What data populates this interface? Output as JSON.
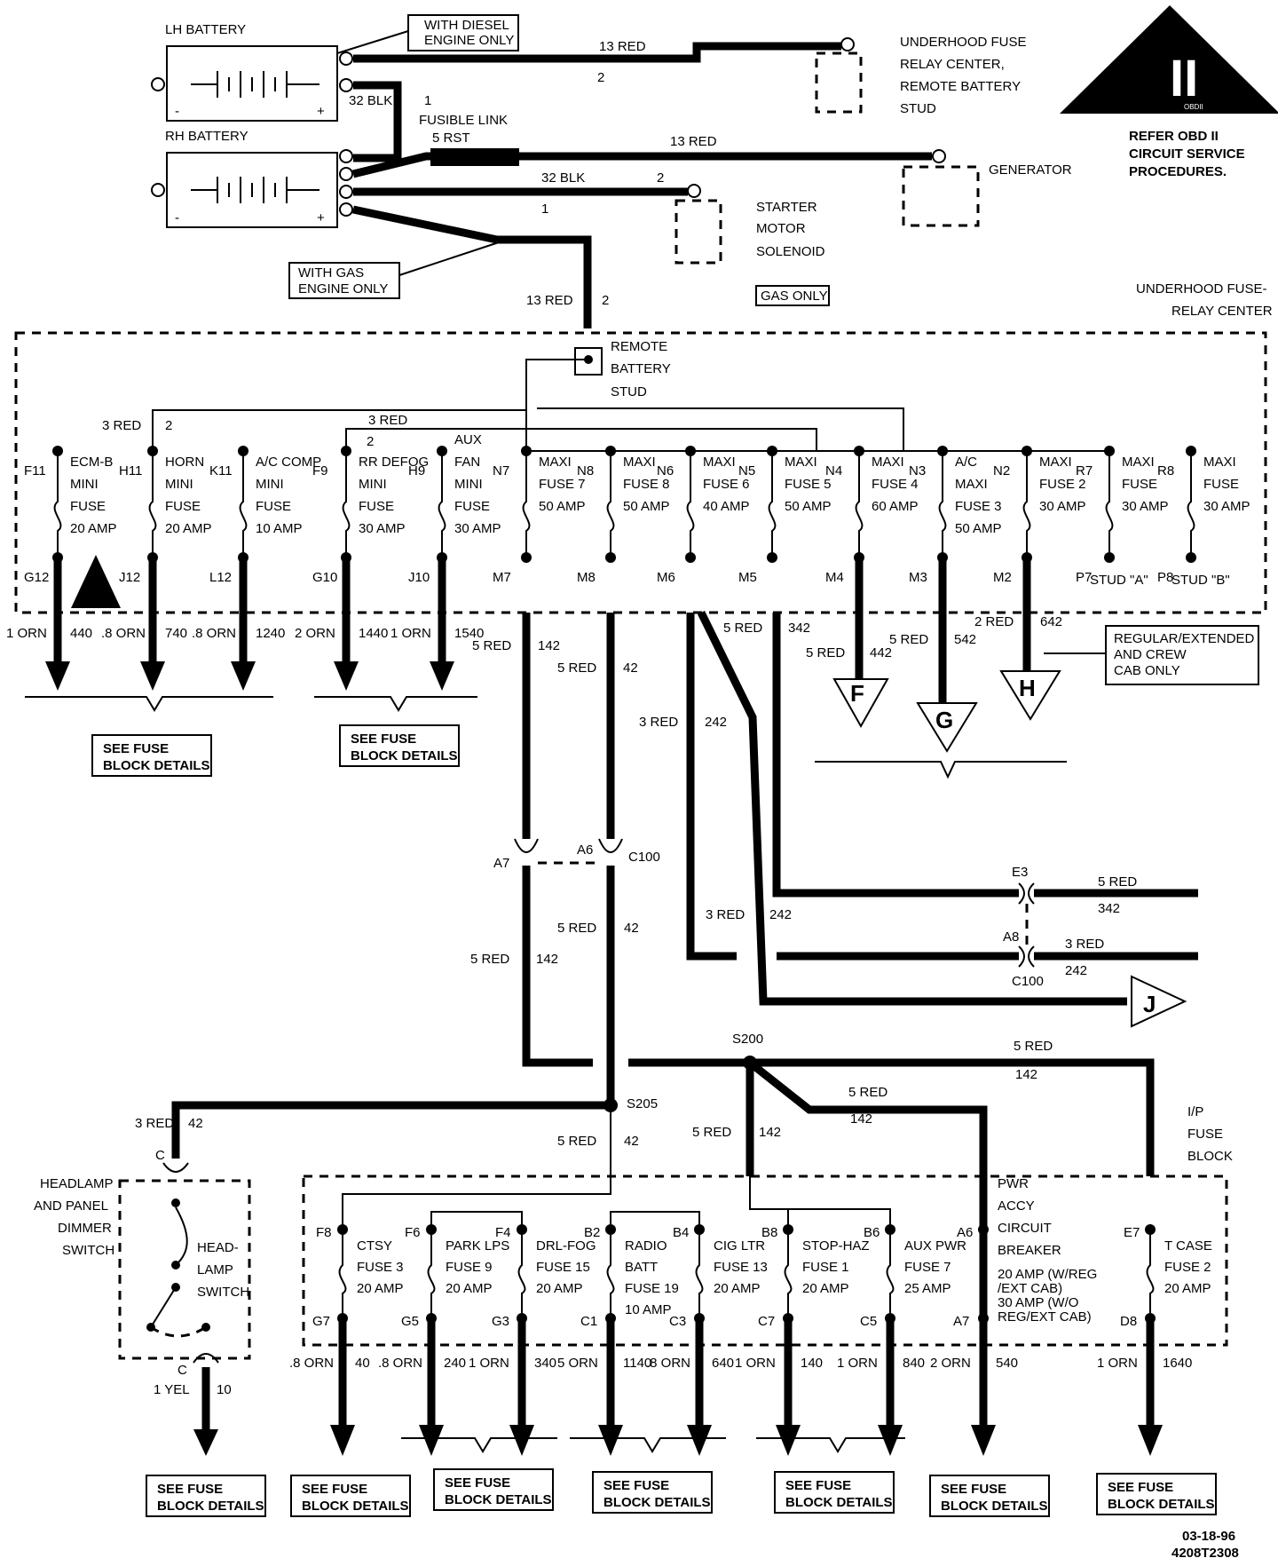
{
  "batteries": {
    "lh": "LH BATTERY",
    "rh": "RH BATTERY",
    "minus": "-",
    "plus": "+"
  },
  "notes": {
    "diesel_only": [
      "WITH DIESEL",
      "ENGINE ONLY"
    ],
    "gas_engine_only": [
      "WITH GAS",
      "ENGINE ONLY"
    ],
    "gas_only": "GAS ONLY",
    "obd_ref": [
      "REFER OBD II",
      "CIRCUIT SERVICE",
      "PROCEDURES."
    ],
    "obd_symbol": "II",
    "obd_sub": "OBDII",
    "regular_extended": [
      "REGULAR/EXTENDED",
      "AND CREW",
      "CAB ONLY"
    ]
  },
  "components": {
    "underhood_fuse_remote": [
      "UNDERHOOD FUSE",
      "RELAY CENTER,",
      "REMOTE BATTERY",
      "STUD"
    ],
    "generator": "GENERATOR",
    "starter": [
      "STARTER",
      "MOTOR",
      "SOLENOID"
    ],
    "fusible_link": [
      "FUSIBLE LINK",
      "5 RST"
    ],
    "underhood_center": [
      "UNDERHOOD FUSE-",
      "RELAY CENTER"
    ],
    "remote_battery_stud": [
      "REMOTE",
      "BATTERY",
      "STUD"
    ],
    "ip_fuse_block": [
      "I/P",
      "FUSE",
      "BLOCK"
    ],
    "headlamp_dimmer": [
      "HEADLAMP",
      "AND PANEL",
      "DIMMER",
      "SWITCH"
    ],
    "headlamp_switch": [
      "HEAD-",
      "LAMP",
      "SWITCH"
    ]
  },
  "battery_wires": [
    {
      "color": "13 RED",
      "circuit": "2"
    },
    {
      "color": "32 BLK",
      "circuit": "1"
    },
    {
      "color": "13 RED",
      "circuit": ""
    },
    {
      "color": "32 BLK",
      "circuit": "2"
    },
    {
      "color": "",
      "circuit": "1"
    },
    {
      "color": "13 RED",
      "circuit": "2"
    }
  ],
  "underhood_fuses": [
    {
      "top": "F11",
      "bottom": "G12",
      "lines": [
        "ECM-B",
        "MINI",
        "FUSE",
        "20 AMP"
      ]
    },
    {
      "top": "H11",
      "bottom": "J12",
      "lines": [
        "HORN",
        "MINI",
        "FUSE",
        "20 AMP"
      ]
    },
    {
      "top": "K11",
      "bottom": "L12",
      "lines": [
        "A/C COMP",
        "MINI",
        "FUSE",
        "10 AMP"
      ]
    },
    {
      "top": "F9",
      "bottom": "G10",
      "lines": [
        "RR DEFOG",
        "MINI",
        "FUSE",
        "30 AMP"
      ]
    },
    {
      "top": "H9",
      "bottom": "J10",
      "lines": [
        "AUX",
        "FAN",
        "MINI",
        "FUSE",
        "30 AMP"
      ]
    },
    {
      "top": "N7",
      "bottom": "M7",
      "lines": [
        "MAXI",
        "FUSE 7",
        "50 AMP"
      ]
    },
    {
      "top": "N8",
      "bottom": "M8",
      "lines": [
        "MAXI",
        "FUSE 8",
        "50 AMP"
      ]
    },
    {
      "top": "N6",
      "bottom": "M6",
      "lines": [
        "MAXI",
        "FUSE 6",
        "40 AMP"
      ]
    },
    {
      "top": "N5",
      "bottom": "M5",
      "lines": [
        "MAXI",
        "FUSE 5",
        "50 AMP"
      ]
    },
    {
      "top": "N4",
      "bottom": "M4",
      "lines": [
        "MAXI",
        "FUSE 4",
        "60 AMP"
      ]
    },
    {
      "top": "N3",
      "bottom": "M3",
      "lines": [
        "A/C",
        "MAXI",
        "FUSE 3",
        "50 AMP"
      ]
    },
    {
      "top": "N2",
      "bottom": "M2",
      "lines": [
        "MAXI",
        "FUSE 2",
        "30 AMP"
      ]
    },
    {
      "top": "R7",
      "bottom": "P7",
      "lines": [
        "MAXI",
        "FUSE",
        "30 AMP"
      ],
      "stud": "STUD \"A\""
    },
    {
      "top": "R8",
      "bottom": "P8",
      "lines": [
        "MAXI",
        "FUSE",
        "30 AMP"
      ],
      "stud": "STUD \"B\""
    }
  ],
  "underhood_feed_labels": [
    {
      "color": "3 RED",
      "circuit": "2"
    },
    {
      "color": "3 RED",
      "circuit": ""
    },
    {
      "color": "",
      "circuit": "2"
    }
  ],
  "underhood_outputs": [
    {
      "color": "1 ORN",
      "circuit": "440"
    },
    {
      "color": ".8 ORN",
      "circuit": "740"
    },
    {
      "color": ".8 ORN",
      "circuit": "1240"
    },
    {
      "color": "2 ORN",
      "circuit": "1440"
    },
    {
      "color": "1 ORN",
      "circuit": "1540"
    },
    {
      "color": "5 RED",
      "circuit": "142"
    },
    {
      "color": "5 RED",
      "circuit": "42"
    },
    {
      "color": "3 RED",
      "circuit": "242"
    },
    {
      "color": "5 RED",
      "circuit": "342"
    },
    {
      "color": "5 RED",
      "circuit": "442"
    },
    {
      "color": "5 RED",
      "circuit": "542"
    },
    {
      "color": "2 RED",
      "circuit": "642"
    }
  ],
  "connectors": {
    "a7": "A7",
    "a6": "A6",
    "c100": "C100",
    "e3": "E3",
    "a8": "A8",
    "c100b": "C100",
    "s200": "S200",
    "s205": "S205",
    "c_top": "C",
    "c_bottom": "C"
  },
  "mid_wires": [
    {
      "color": "5 RED",
      "circuit": "342"
    },
    {
      "color": "3 RED",
      "circuit": "242"
    },
    {
      "color": "3 RED",
      "circuit": "242"
    },
    {
      "color": "5 RED",
      "circuit": "42"
    },
    {
      "color": "5 RED",
      "circuit": "142"
    },
    {
      "color": "5 RED",
      "circuit": "142"
    },
    {
      "color": "5 RED",
      "circuit": "142"
    },
    {
      "color": "3 RED",
      "circuit": "42"
    },
    {
      "color": "5 RED",
      "circuit": "42"
    },
    {
      "color": "5 RED",
      "circuit": "142"
    }
  ],
  "triangles": [
    "F",
    "G",
    "H"
  ],
  "arrow_j": "J",
  "ip_fuses": [
    {
      "top": "F8",
      "bottom": "G7",
      "lines": [
        "CTSY",
        "FUSE 3",
        "20 AMP"
      ]
    },
    {
      "top": "F6",
      "bottom": "G5",
      "lines": [
        "PARK LPS",
        "FUSE 9",
        "20 AMP"
      ]
    },
    {
      "top": "F4",
      "bottom": "G3",
      "lines": [
        "DRL-FOG",
        "FUSE 15",
        "20 AMP"
      ]
    },
    {
      "top": "B2",
      "bottom": "C1",
      "lines": [
        "RADIO",
        "BATT",
        "FUSE 19",
        "10 AMP"
      ]
    },
    {
      "top": "B4",
      "bottom": "C3",
      "lines": [
        "CIG LTR",
        "FUSE 13",
        "20 AMP"
      ]
    },
    {
      "top": "B8",
      "bottom": "C7",
      "lines": [
        "STOP-HAZ",
        "FUSE 1",
        "20 AMP"
      ]
    },
    {
      "top": "B6",
      "bottom": "C5",
      "lines": [
        "AUX PWR",
        "FUSE 7",
        "25 AMP"
      ]
    },
    {
      "top": "A6",
      "bottom": "A7",
      "lines": [
        "PWR",
        "ACCY",
        "CIRCUIT",
        "BREAKER",
        "20 AMP (W/REG",
        "/EXT CAB)",
        "30 AMP (W/O",
        "REG/EXT CAB)"
      ]
    },
    {
      "top": "E7",
      "bottom": "D8",
      "lines": [
        "T CASE",
        "FUSE 2",
        "20 AMP"
      ]
    }
  ],
  "ip_outputs": [
    {
      "color": "1 YEL",
      "circuit": "10"
    },
    {
      "color": ".8 ORN",
      "circuit": "40"
    },
    {
      "color": ".8 ORN",
      "circuit": "240"
    },
    {
      "color": "1 ORN",
      "circuit": "340"
    },
    {
      "color": "5 ORN",
      "circuit": "1140"
    },
    {
      "color": ".8 ORN",
      "circuit": "640"
    },
    {
      "color": "1 ORN",
      "circuit": "140"
    },
    {
      "color": "1 ORN",
      "circuit": "840"
    },
    {
      "color": "2 ORN",
      "circuit": "540"
    },
    {
      "color": "1 ORN",
      "circuit": "1640"
    }
  ],
  "see_fuse": [
    "SEE FUSE",
    "BLOCK DETAILS"
  ],
  "footer": {
    "date": "03-18-96",
    "code": "4208T2308"
  }
}
